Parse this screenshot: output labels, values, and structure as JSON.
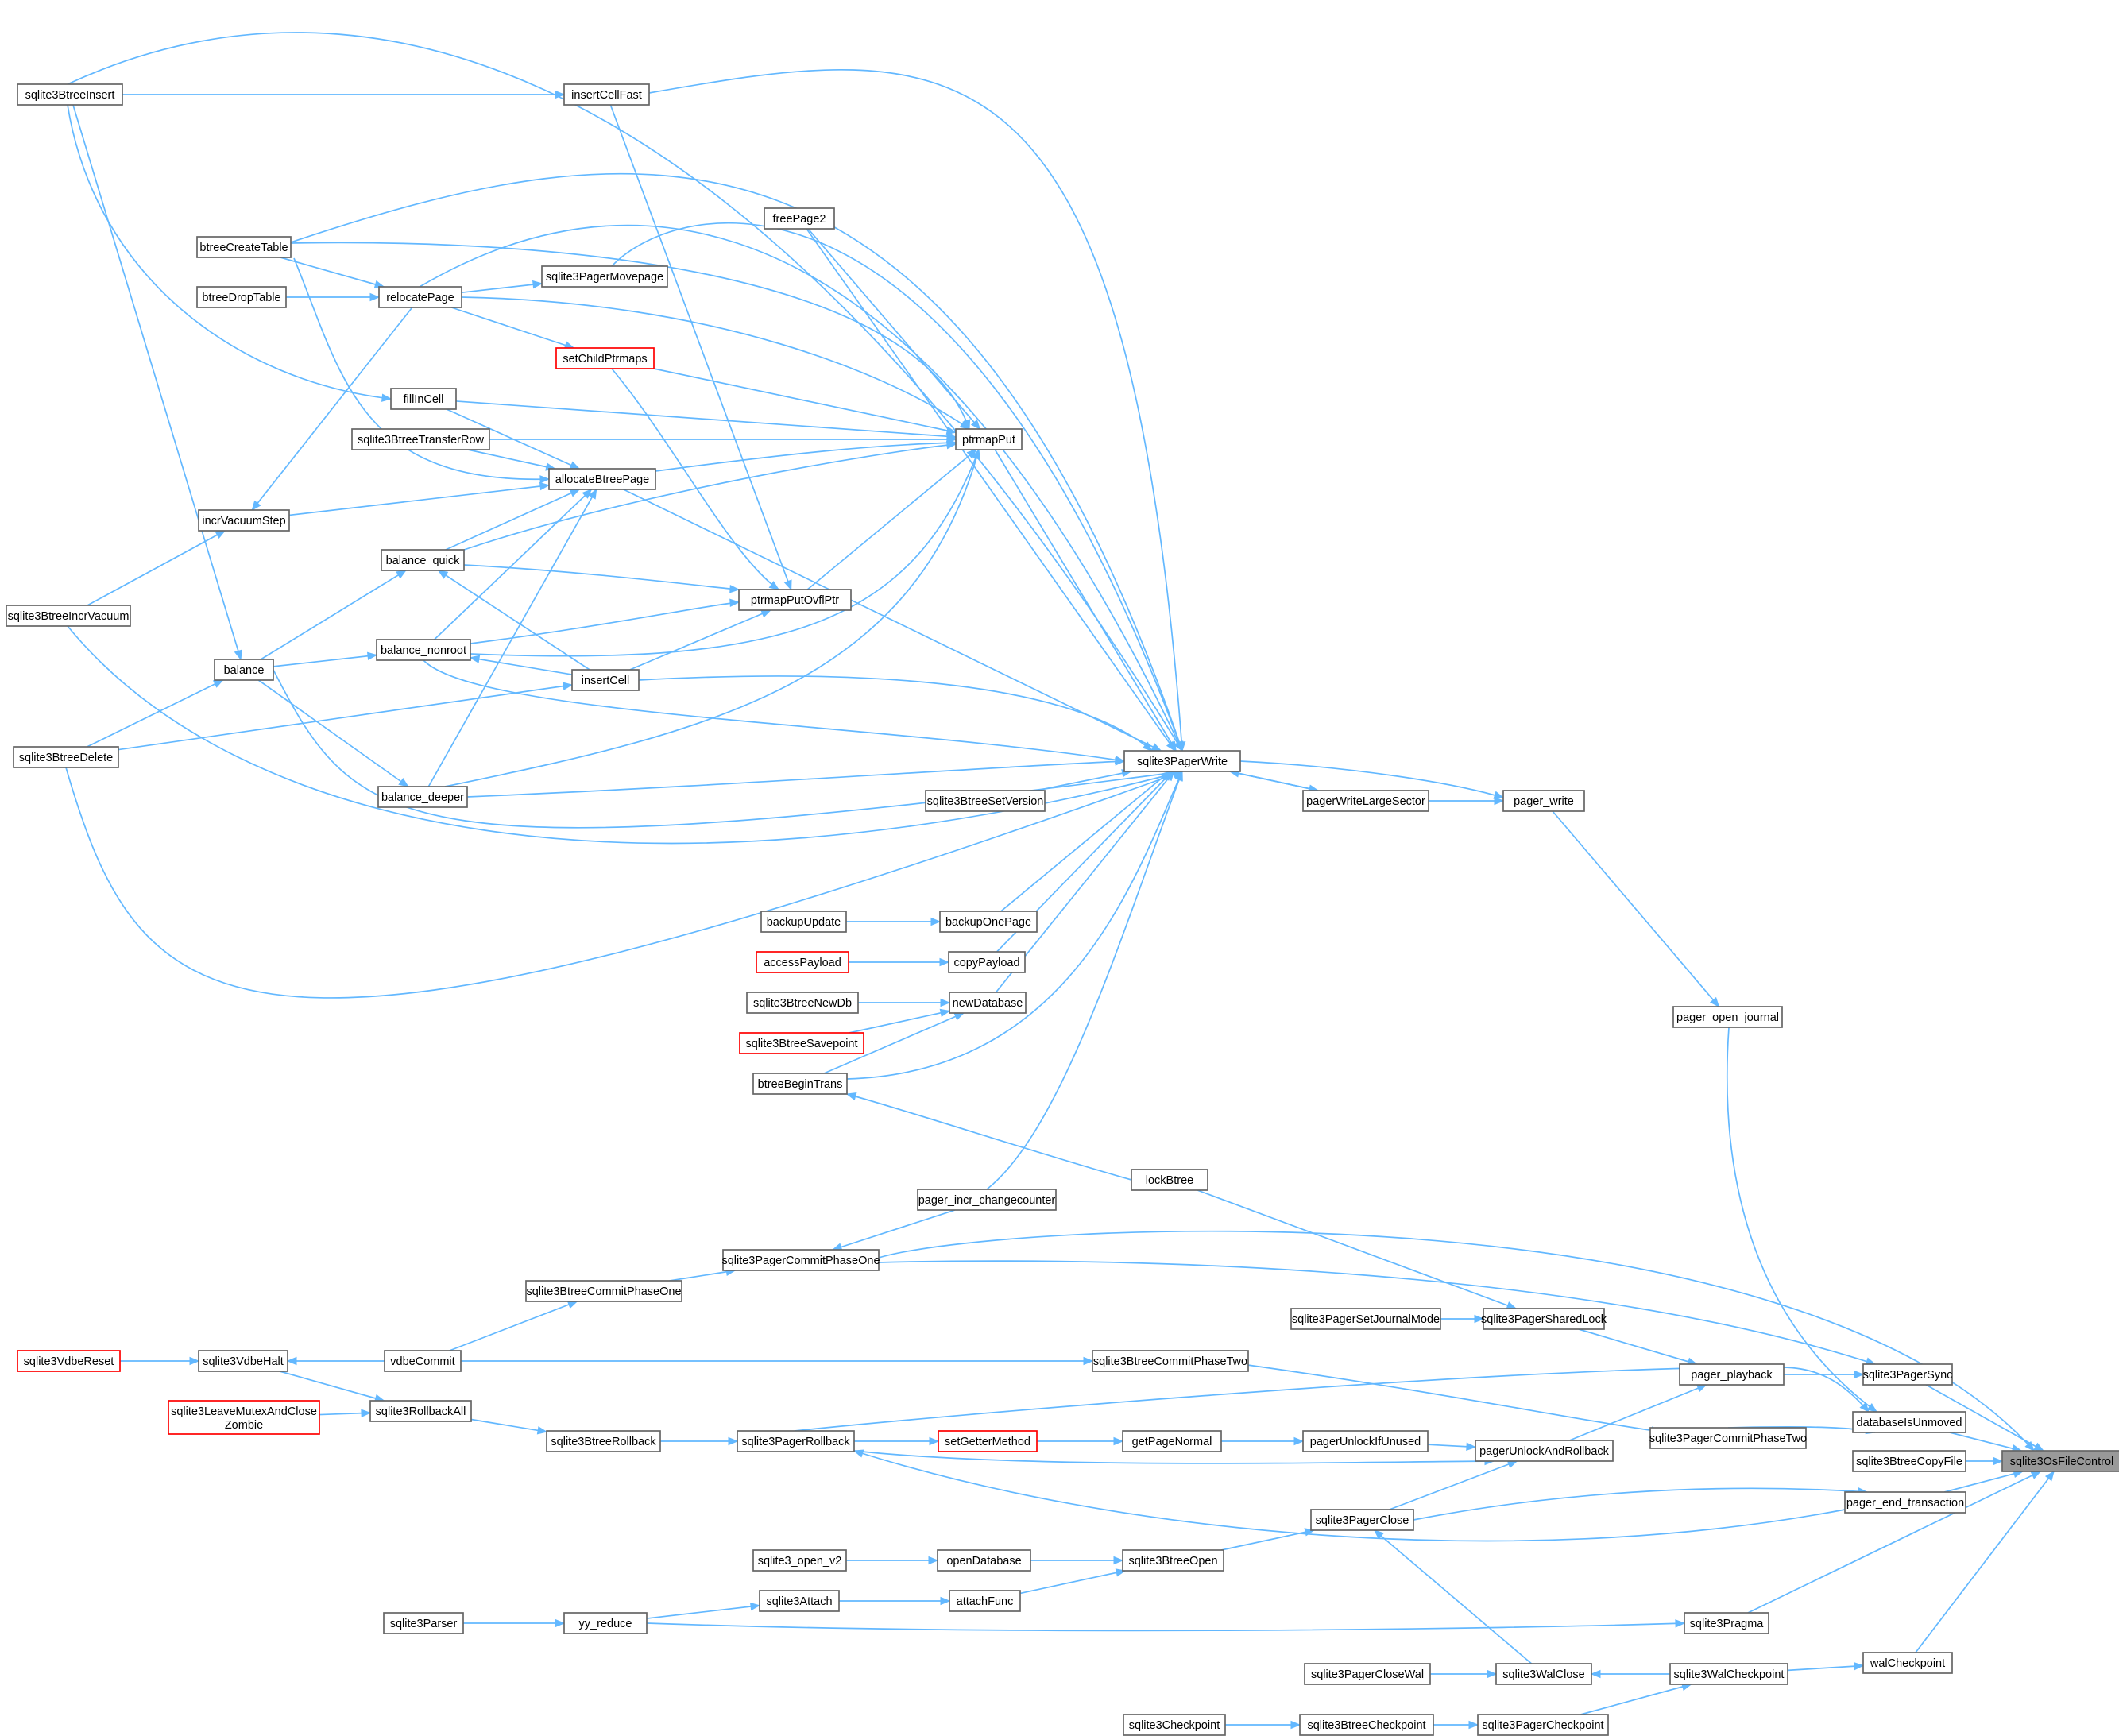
{
  "graph": {
    "edge_color": "#63b8ff",
    "node_border": "#666666",
    "highlight_border": "#ff0000",
    "focus_fill": "#999999",
    "focus": "sqlite3OsFileControl",
    "nodes": [
      {
        "id": "n1",
        "label": "sqlite3OsFileControl",
        "style": "focus"
      },
      {
        "id": "n2",
        "label": "databaseIsUnmoved"
      },
      {
        "id": "n3",
        "label": "pager_end_transaction"
      },
      {
        "id": "n4",
        "label": "sqlite3PagerSync"
      },
      {
        "id": "n5",
        "label": "sqlite3BtreeCopyFile"
      },
      {
        "id": "n6",
        "label": "walCheckpoint"
      },
      {
        "id": "n7",
        "label": "sqlite3Pragma"
      },
      {
        "id": "n8",
        "label": "sqlite3PagerCommitPhaseOne"
      },
      {
        "id": "n9",
        "label": "sqlite3PagerCommitPhaseTwo"
      },
      {
        "id": "n10",
        "label": "pager_playback"
      },
      {
        "id": "n11",
        "label": "pager_open_journal"
      },
      {
        "id": "n12",
        "label": "pager_write"
      },
      {
        "id": "n13",
        "label": "pagerWriteLargeSector"
      },
      {
        "id": "n14",
        "label": "sqlite3PagerWrite"
      },
      {
        "id": "n15",
        "label": "sqlite3PagerSharedLock"
      },
      {
        "id": "n16",
        "label": "sqlite3PagerSetJournalMode"
      },
      {
        "id": "n17",
        "label": "lockBtree"
      },
      {
        "id": "n18",
        "label": "pagerUnlockAndRollback"
      },
      {
        "id": "n19",
        "label": "pagerUnlockIfUnused"
      },
      {
        "id": "n20",
        "label": "getPageNormal"
      },
      {
        "id": "n21",
        "label": "setGetterMethod",
        "style": "red"
      },
      {
        "id": "n22",
        "label": "sqlite3PagerRollback"
      },
      {
        "id": "n23",
        "label": "sqlite3BtreeRollback"
      },
      {
        "id": "n24",
        "label": "sqlite3RollbackAll"
      },
      {
        "id": "n25",
        "label": "sqlite3VdbeHalt"
      },
      {
        "id": "n26",
        "label": "sqlite3VdbeReset",
        "style": "red"
      },
      {
        "id": "n27",
        "label": "sqlite3LeaveMutexAndClose",
        "label2": "Zombie",
        "style": "red"
      },
      {
        "id": "n28",
        "label": "vdbeCommit"
      },
      {
        "id": "n29",
        "label": "sqlite3BtreeCommitPhaseOne"
      },
      {
        "id": "n30",
        "label": "sqlite3BtreeCommitPhaseTwo"
      },
      {
        "id": "n31",
        "label": "sqlite3PagerClose"
      },
      {
        "id": "n32",
        "label": "sqlite3BtreeOpen"
      },
      {
        "id": "n33",
        "label": "openDatabase"
      },
      {
        "id": "n34",
        "label": "sqlite3_open_v2"
      },
      {
        "id": "n35",
        "label": "attachFunc"
      },
      {
        "id": "n36",
        "label": "sqlite3Attach"
      },
      {
        "id": "n37",
        "label": "yy_reduce"
      },
      {
        "id": "n38",
        "label": "sqlite3Parser"
      },
      {
        "id": "n39",
        "label": "sqlite3WalClose"
      },
      {
        "id": "n40",
        "label": "sqlite3PagerCloseWal"
      },
      {
        "id": "n41",
        "label": "sqlite3WalCheckpoint"
      },
      {
        "id": "n42",
        "label": "sqlite3PagerCheckpoint"
      },
      {
        "id": "n43",
        "label": "sqlite3BtreeCheckpoint"
      },
      {
        "id": "n44",
        "label": "sqlite3Checkpoint"
      },
      {
        "id": "n45",
        "label": "pager_incr_changecounter"
      },
      {
        "id": "n46",
        "label": "backupOnePage"
      },
      {
        "id": "n47",
        "label": "backupUpdate"
      },
      {
        "id": "n48",
        "label": "copyPayload"
      },
      {
        "id": "n49",
        "label": "accessPayload",
        "style": "red"
      },
      {
        "id": "n50",
        "label": "newDatabase"
      },
      {
        "id": "n51",
        "label": "sqlite3BtreeNewDb"
      },
      {
        "id": "n52",
        "label": "sqlite3BtreeSavepoint",
        "style": "red"
      },
      {
        "id": "n53",
        "label": "btreeBeginTrans"
      },
      {
        "id": "n54",
        "label": "sqlite3BtreeSetVersion"
      },
      {
        "id": "n55",
        "label": "ptrmapPut"
      },
      {
        "id": "n56",
        "label": "freePage2"
      },
      {
        "id": "n57",
        "label": "ptrmapPutOvflPtr"
      },
      {
        "id": "n58",
        "label": "insertCell"
      },
      {
        "id": "n59",
        "label": "insertCellFast"
      },
      {
        "id": "n60",
        "label": "sqlite3BtreeInsert"
      },
      {
        "id": "n61",
        "label": "allocateBtreePage"
      },
      {
        "id": "n62",
        "label": "fillInCell"
      },
      {
        "id": "n63",
        "label": "sqlite3BtreeTransferRow"
      },
      {
        "id": "n64",
        "label": "incrVacuumStep"
      },
      {
        "id": "n65",
        "label": "sqlite3BtreeIncrVacuum"
      },
      {
        "id": "n66",
        "label": "relocatePage"
      },
      {
        "id": "n67",
        "label": "btreeCreateTable"
      },
      {
        "id": "n68",
        "label": "btreeDropTable"
      },
      {
        "id": "n69",
        "label": "sqlite3PagerMovepage"
      },
      {
        "id": "n70",
        "label": "setChildPtrmaps",
        "style": "red"
      },
      {
        "id": "n71",
        "label": "balance_quick"
      },
      {
        "id": "n72",
        "label": "balance_nonroot"
      },
      {
        "id": "n73",
        "label": "balance_deeper"
      },
      {
        "id": "n74",
        "label": "balance"
      },
      {
        "id": "n75",
        "label": "sqlite3BtreeDelete"
      }
    ]
  }
}
